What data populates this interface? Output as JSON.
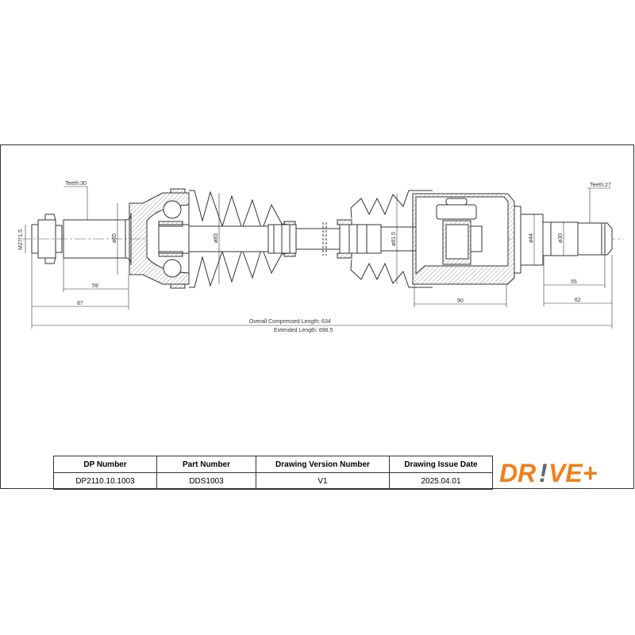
{
  "drawing": {
    "teeth_left": "Teeth:30",
    "teeth_right": "Teeth:27",
    "thread": "M27*1.5",
    "dia_outer_joint": "ø65",
    "dia_outer_boot": "ø83",
    "dia_inner_boot": "ø81.5",
    "dia_inner_stub": "ø44",
    "dia_inner_spline": "ø30",
    "dim_59": "59",
    "dim_87": "87",
    "dim_90": "90",
    "dim_55": "55",
    "dim_62": "62",
    "overall_length": "Overall  Compressed  Length: 634",
    "extended_length": "Extended  Length: 696.5"
  },
  "title_block": {
    "headers": [
      "DP Number",
      "Part Number",
      "Drawing Version Number",
      "Drawing Issue Date"
    ],
    "values": [
      "DP2110.10.1003",
      "DDS1003",
      "V1",
      "2025.04.01"
    ]
  },
  "logo": {
    "text": "DR!VE+",
    "color": "#f07f1b",
    "accent": "#666666"
  }
}
